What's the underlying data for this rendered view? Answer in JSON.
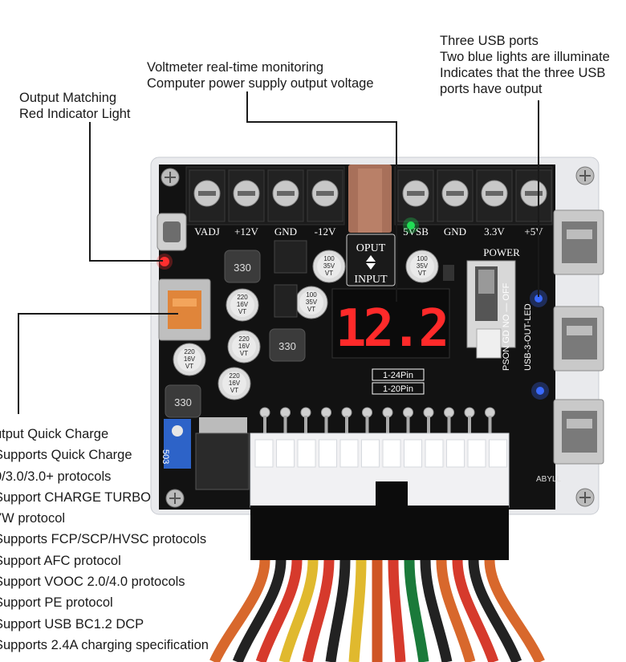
{
  "callouts": {
    "output_matching": [
      "Output Matching",
      "Red Indicator Light"
    ],
    "voltmeter": [
      "Voltmeter real-time monitoring",
      "Computer power supply output voltage"
    ],
    "usb_ports": [
      "Three USB ports",
      "Two blue lights are illuminate",
      "Indicates that the three USB",
      "ports have output"
    ]
  },
  "terminal_labels": {
    "left": [
      "VADJ",
      "+12V",
      "GND",
      "-12V"
    ],
    "right": [
      "5VSB",
      "GND",
      "3.3V",
      "+5V"
    ]
  },
  "board_labels": {
    "oput": "OPUT",
    "input": "INPUT",
    "power": "POWER",
    "pson": "PSON GD NO — OFF",
    "usb_led": "USB-3-OUT-LED",
    "pin24": "1-24Pin",
    "pin20": "1-20Pin",
    "display": "12.2",
    "brand": "ABYLL"
  },
  "capacitors": [
    {
      "text": [
        "100",
        "35V",
        "VT"
      ]
    },
    {
      "text": [
        "100",
        "35V",
        "VT"
      ]
    },
    {
      "text": [
        "220",
        "16V",
        "VT"
      ]
    },
    {
      "text": [
        "100",
        "35V",
        "VT"
      ]
    },
    {
      "text": [
        "220",
        "16V",
        "VT"
      ]
    },
    {
      "text": [
        "220",
        "16V",
        "VT"
      ]
    },
    {
      "text": [
        "220",
        "16V",
        "VT"
      ]
    }
  ],
  "inductors": [
    "330",
    "330",
    "330"
  ],
  "trimpot": "503",
  "features": [
    "utput Quick Charge",
    "Supports Quick Charge",
    "0/3.0/3.0+ protocols",
    "Support CHARGE TURBO",
    "7W protocol",
    "Supports FCP/SCP/HVSC protocols",
    "Support AFC protocol",
    "Support VOOC 2.0/4.0 protocols",
    "Support PE protocol",
    "Support USB BC1.2 DCP",
    "Supports 2.4A charging specification"
  ],
  "colors": {
    "pcb": "#121212",
    "seven_segment": "#ff2a2a",
    "led_red": "#ff3030",
    "led_blue": "#3a6bff",
    "led_green": "#22dd55",
    "acrylic": "#e9eaed"
  },
  "wire_colors": [
    "#d8682c",
    "#222222",
    "#d63a2c",
    "#e0b92e",
    "#d63a2c",
    "#222222",
    "#e0b92e",
    "#cf5524",
    "#d63a2c",
    "#1a7a3a",
    "#222222",
    "#d8682c",
    "#d63a2c",
    "#222222",
    "#d8682c"
  ]
}
